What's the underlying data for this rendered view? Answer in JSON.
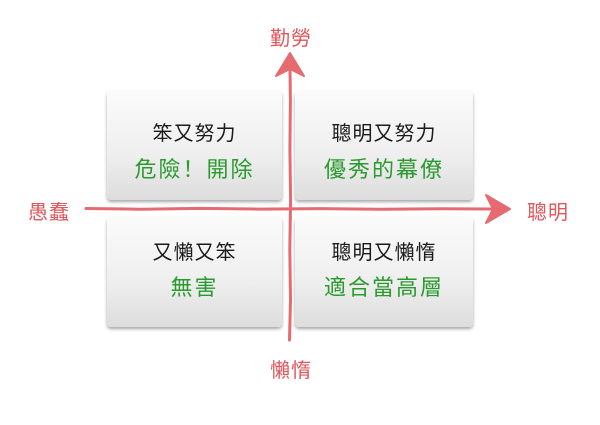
{
  "axes": {
    "top": "勤勞",
    "bottom": "懶惰",
    "left": "愚蠢",
    "right": "聰明",
    "color": "#e0575c"
  },
  "quadrants": {
    "top_left": {
      "title": "笨又努力",
      "value": "危險！開除"
    },
    "top_right": {
      "title": "聰明又努力",
      "value": "優秀的幕僚"
    },
    "bottom_left": {
      "title": "又懶又笨",
      "value": "無害"
    },
    "bottom_right": {
      "title": "聰明又懶惰",
      "value": "適合當高層"
    }
  },
  "colors": {
    "title": "#1a1a1a",
    "value": "#2a9a2e",
    "card": "#eeeeee"
  }
}
